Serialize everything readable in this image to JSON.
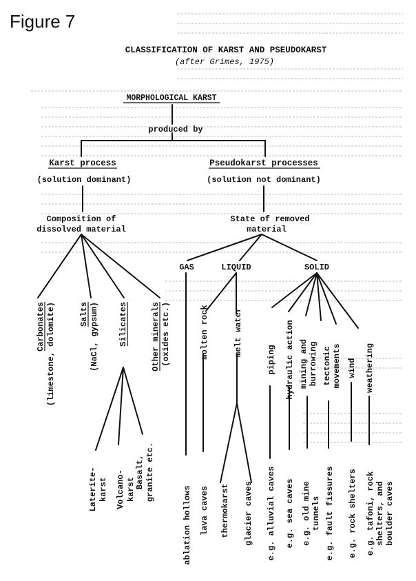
{
  "figure_label": "Figure 7",
  "title": "CLASSIFICATION OF KARST AND PSEUDOKARST",
  "subtitle": "(after Grimes, 1975)",
  "root": "MORPHOLOGICAL KARST",
  "root_link": "produced by",
  "karst": {
    "heading": "Karst process",
    "note": "(solution dominant)",
    "basis_line1": "Composition of",
    "basis_line2": "dissolved material",
    "classes": [
      {
        "name": "Carbonates",
        "detail": "(limestone, dolomite)"
      },
      {
        "name": "Salts",
        "detail": "(NaCl, gypsum)"
      },
      {
        "name": "Silicates",
        "detail": ""
      },
      {
        "name": "Other minerals",
        "detail": "(oxides etc.)"
      }
    ],
    "silicate_examples": [
      {
        "line1": "Laterite-",
        "line2": "karst"
      },
      {
        "line1": "Volcano-",
        "line2": "karst"
      },
      {
        "line1": "Basalt,",
        "line2": "granite etc."
      }
    ]
  },
  "pseudokarst": {
    "heading": "Pseudokarst processes",
    "note": "(solution not dominant)",
    "basis_line1": "State of removed",
    "basis_line2": "material",
    "states": {
      "gas": "GAS",
      "liquid": "LIQUID",
      "solid": "SOLID"
    },
    "gas_example": "ablation hollows",
    "liquid_processes": [
      "molten rock",
      "melt water"
    ],
    "liquid_examples": {
      "molten_rock": "lava caves",
      "melt_water": [
        "thermokarst",
        "glacier caves"
      ]
    },
    "solid_processes": [
      [
        "piping"
      ],
      [
        "hydraulic action"
      ],
      [
        "mining and",
        "burrowing"
      ],
      [
        "tectonic",
        "movements"
      ],
      [
        "wind"
      ],
      [
        "weathering"
      ]
    ],
    "solid_examples": [
      [
        "e.g. alluvial caves"
      ],
      [
        "e.g. sea caves"
      ],
      [
        "e.g. old mine",
        "tunnels"
      ],
      [
        "e.g. fault fissures"
      ],
      [
        "e.g. rock shelters"
      ],
      [
        "e.g. tafoni, rock",
        "shelters, and",
        "boulder caves"
      ]
    ]
  }
}
